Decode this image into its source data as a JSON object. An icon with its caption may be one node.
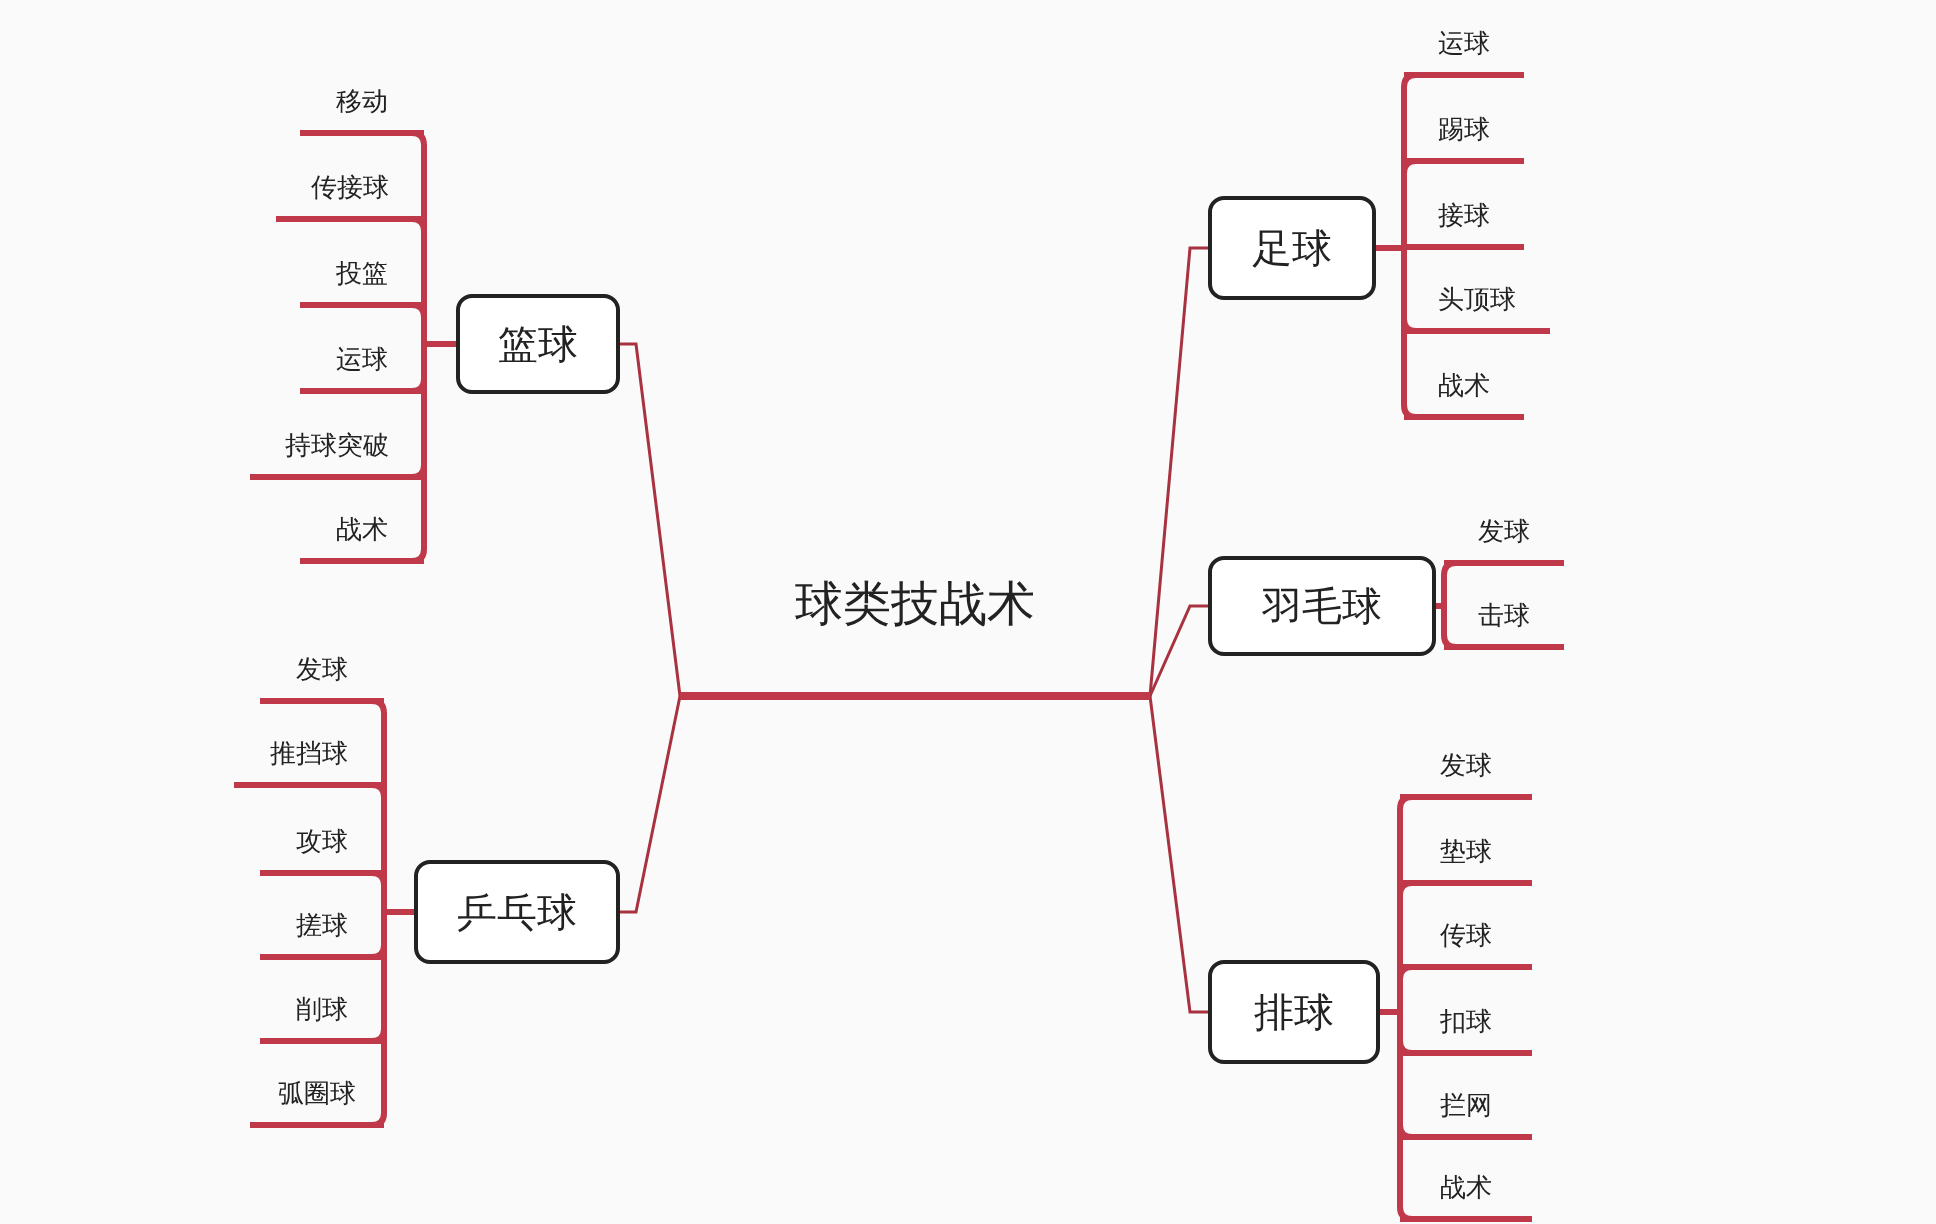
{
  "diagram": {
    "nodes": [
      {
        "text": [
          "球类技战术"
        ]
      },
      {
        "text": [
          "篮球"
        ]
      },
      {
        "text": [
          "移动"
        ]
      },
      {
        "text": [
          "传接球"
        ]
      },
      {
        "text": [
          "投篮"
        ]
      },
      {
        "text": [
          "运球"
        ]
      },
      {
        "text": [
          "持球突破"
        ]
      },
      {
        "text": [
          "战术"
        ]
      },
      {
        "text": [
          "乒乓球"
        ]
      },
      {
        "text": [
          "发球"
        ]
      },
      {
        "text": [
          "推挡球"
        ]
      },
      {
        "text": [
          "攻球"
        ]
      },
      {
        "text": [
          "搓球"
        ]
      },
      {
        "text": [
          "削球"
        ]
      },
      {
        "text": [
          "弧圈球"
        ]
      },
      {
        "text": [
          "足球"
        ]
      },
      {
        "text": [
          "运球"
        ]
      },
      {
        "text": [
          "踢球"
        ]
      },
      {
        "text": [
          "接球"
        ]
      },
      {
        "text": [
          "头顶球"
        ]
      },
      {
        "text": [
          "战术"
        ]
      },
      {
        "text": [
          "羽毛球"
        ]
      },
      {
        "text": [
          "发球"
        ]
      },
      {
        "text": [
          "击球"
        ]
      },
      {
        "text": [
          "排球"
        ]
      },
      {
        "text": [
          "发球"
        ]
      },
      {
        "text": [
          "垫球"
        ]
      },
      {
        "text": [
          "传球"
        ]
      },
      {
        "text": [
          "扣球"
        ]
      },
      {
        "text": [
          "拦网"
        ]
      },
      {
        "text": [
          "战术"
        ]
      }
    ],
    "edges": [
      {
        "from": 0,
        "to": 1,
        "arrow": "none"
      },
      {
        "from": 0,
        "to": 8,
        "arrow": "none"
      },
      {
        "from": 0,
        "to": 15,
        "arrow": "none"
      },
      {
        "from": 0,
        "to": 21,
        "arrow": "none"
      },
      {
        "from": 0,
        "to": 24,
        "arrow": "none"
      },
      {
        "from": 1,
        "to": 2,
        "arrow": "none"
      },
      {
        "from": 1,
        "to": 3,
        "arrow": "none"
      },
      {
        "from": 1,
        "to": 4,
        "arrow": "none"
      },
      {
        "from": 1,
        "to": 5,
        "arrow": "none"
      },
      {
        "from": 1,
        "to": 6,
        "arrow": "none"
      },
      {
        "from": 1,
        "to": 7,
        "arrow": "none"
      },
      {
        "from": 8,
        "to": 9,
        "arrow": "none"
      },
      {
        "from": 8,
        "to": 10,
        "arrow": "none"
      },
      {
        "from": 8,
        "to": 11,
        "arrow": "none"
      },
      {
        "from": 8,
        "to": 12,
        "arrow": "none"
      },
      {
        "from": 8,
        "to": 13,
        "arrow": "none"
      },
      {
        "from": 8,
        "to": 14,
        "arrow": "none"
      },
      {
        "from": 15,
        "to": 16,
        "arrow": "none"
      },
      {
        "from": 15,
        "to": 17,
        "arrow": "none"
      },
      {
        "from": 15,
        "to": 18,
        "arrow": "none"
      },
      {
        "from": 15,
        "to": 19,
        "arrow": "none"
      },
      {
        "from": 15,
        "to": 20,
        "arrow": "none"
      },
      {
        "from": 21,
        "to": 22,
        "arrow": "none"
      },
      {
        "from": 21,
        "to": 23,
        "arrow": "none"
      },
      {
        "from": 24,
        "to": 25,
        "arrow": "none"
      },
      {
        "from": 24,
        "to": 26,
        "arrow": "none"
      },
      {
        "from": 24,
        "to": 27,
        "arrow": "none"
      },
      {
        "from": 24,
        "to": 28,
        "arrow": "none"
      },
      {
        "from": 24,
        "to": 29,
        "arrow": "none"
      },
      {
        "from": 24,
        "to": 30,
        "arrow": "none"
      }
    ]
  }
}
